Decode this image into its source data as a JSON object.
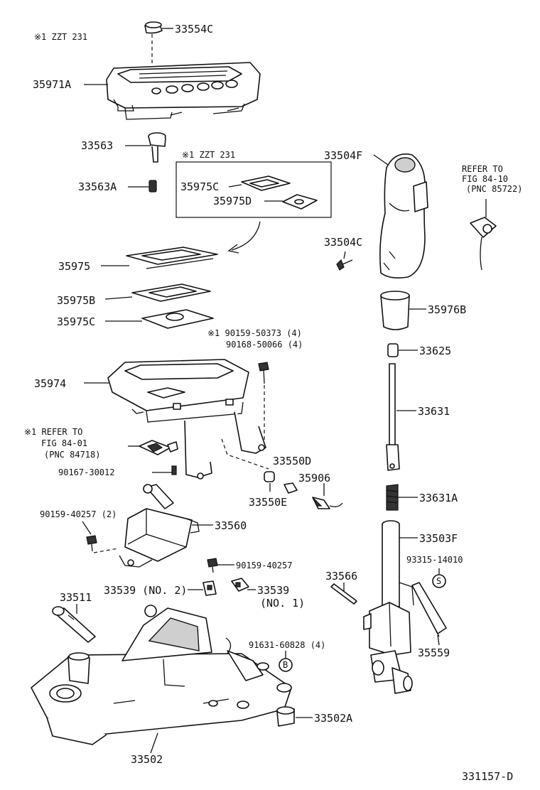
{
  "notes": {
    "zzt_top": "※1 ZZT 231",
    "zzt_box": "※1 ZZT 231"
  },
  "refs": {
    "fig_84_10": [
      "REFER TO",
      "FIG 84-10",
      "(PNC 85722)"
    ],
    "fig_84_01": [
      "※1 REFER TO",
      "FIG 84-01",
      "(PNC 84718)"
    ]
  },
  "labels": {
    "p33554C": "33554C",
    "p35971A": "35971A",
    "p33563": "33563",
    "p33563A": "33563A",
    "p35975C_box": "35975C",
    "p35975D": "35975D",
    "p35975": "35975",
    "p35975B": "35975B",
    "p35975C": "35975C",
    "p33504F": "33504F",
    "p33504C": "33504C",
    "p35976B": "35976B",
    "p33625": "33625",
    "p33631": "33631",
    "p33631A": "33631A",
    "p33503F": "33503F",
    "p35974": "35974",
    "p90159_50373": "※1 90159-50373 (4)",
    "p90168_50066": "90168-50066 (4)",
    "p33550D": "33550D",
    "p35906": "35906",
    "p33550E": "33550E",
    "p90167_30012": "90167-30012",
    "p90159_40257_2": "90159-40257 (2)",
    "p33560": "33560",
    "p90159_40257": "90159-40257",
    "p33539_no2": "33539 (NO. 2)",
    "p33539": "33539",
    "p33539_no1": "(NO. 1)",
    "p33511": "33511",
    "p33566": "33566",
    "p93315_14010": "93315-14010",
    "p91631_60828": "91631-60828 (4)",
    "p33502A": "33502A",
    "p33502": "33502",
    "p35559": "35559",
    "fig_code": "331157-D"
  },
  "markers": {
    "s": "S",
    "b": "B"
  }
}
